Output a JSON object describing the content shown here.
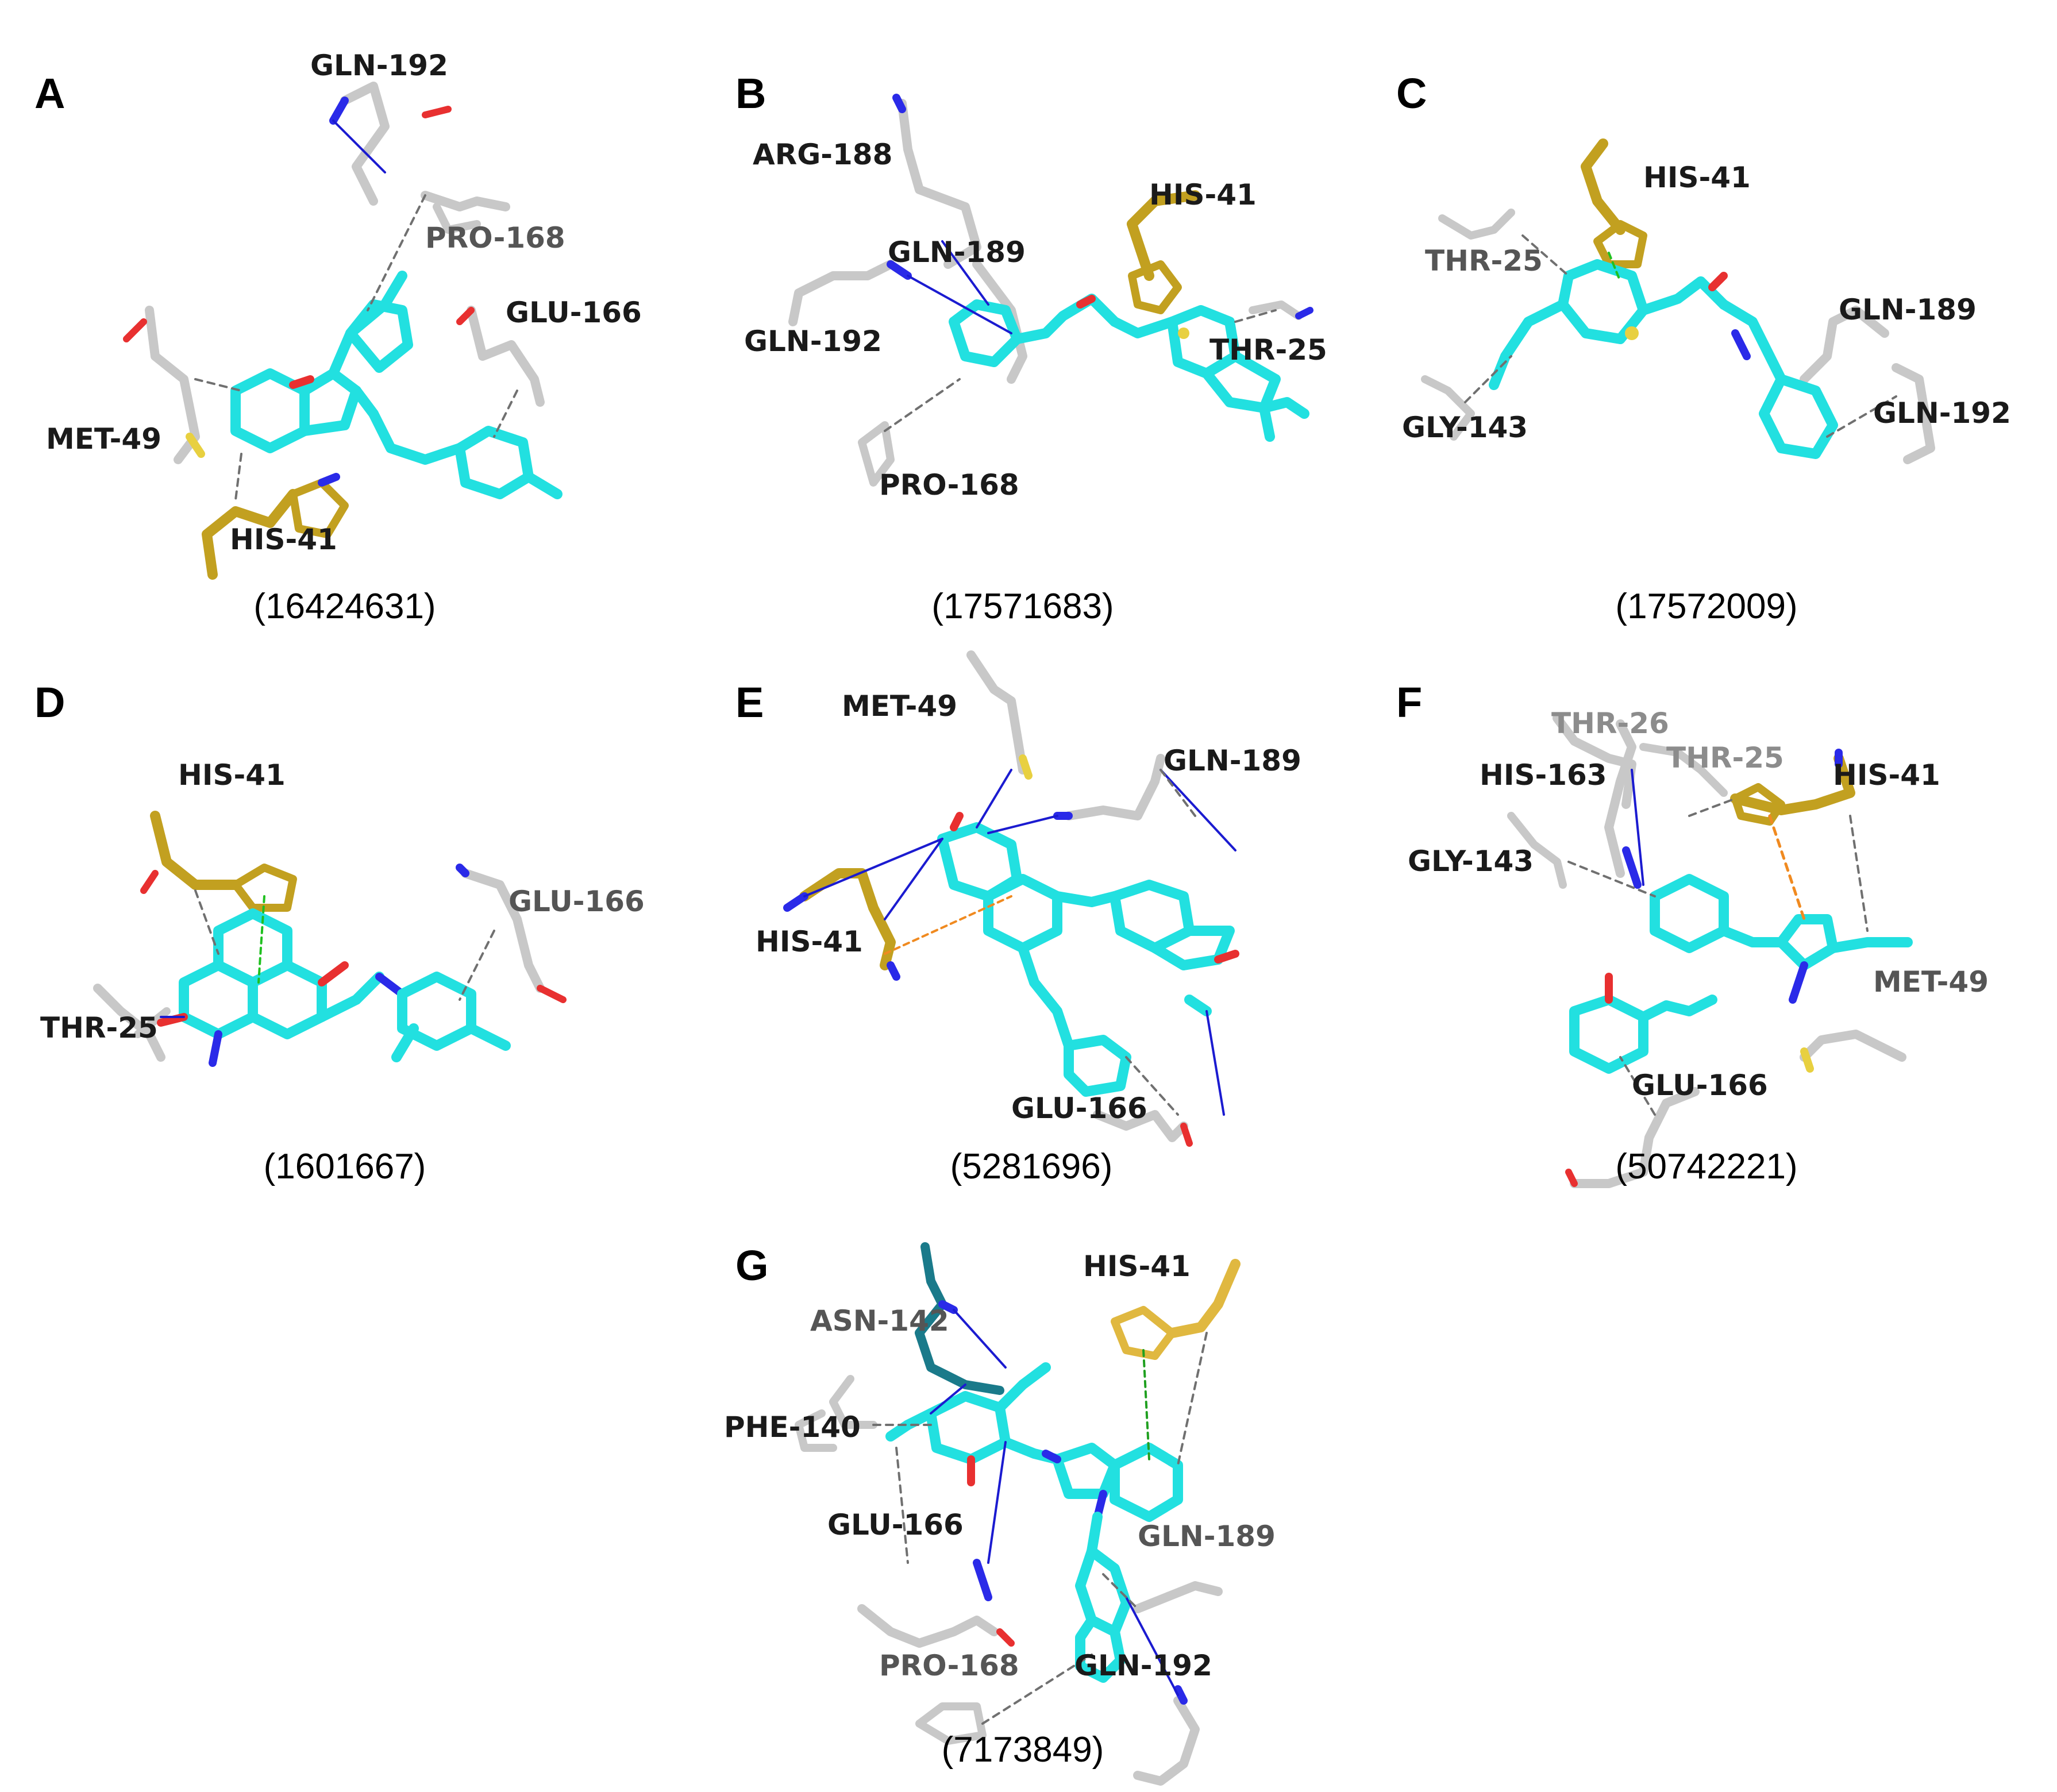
{
  "colors": {
    "ligand": "#22e0e0",
    "ligand_dark": "#0fb8c0",
    "residue": "#c8c8c8",
    "histidine": "#c2a020",
    "nitrogen": "#2a2ae8",
    "oxygen": "#e83030",
    "hbond": "#1b1bd0",
    "hydrophobic": "#707070",
    "pi_stack": "#20c020",
    "pi_cation": "#f08a20",
    "sulfur": "#e8d040"
  },
  "panels": [
    {
      "letter": "A",
      "caption": "(16424631)",
      "residues": [
        "GLN-192",
        "PRO-168",
        "GLU-166",
        "MET-49",
        "HIS-41"
      ]
    },
    {
      "letter": "B",
      "caption": "(17571683)",
      "residues": [
        "ARG-188",
        "HIS-41",
        "GLN-189",
        "GLN-192",
        "THR-25",
        "PRO-168"
      ]
    },
    {
      "letter": "C",
      "caption": "(17572009)",
      "residues": [
        "HIS-41",
        "THR-25",
        "GLN-189",
        "GLY-143",
        "GLN-192"
      ]
    },
    {
      "letter": "D",
      "caption": "(1601667)",
      "residues": [
        "HIS-41",
        "GLU-166",
        "THR-25"
      ]
    },
    {
      "letter": "E",
      "caption": "(5281696)",
      "residues": [
        "MET-49",
        "GLN-189",
        "HIS-41",
        "GLU-166"
      ]
    },
    {
      "letter": "F",
      "caption": "(50742221)",
      "residues": [
        "THR-26",
        "THR-25",
        "HIS-163",
        "HIS-41",
        "GLY-143",
        "MET-49",
        "GLU-166"
      ]
    },
    {
      "letter": "G",
      "caption": "(7173849)",
      "residues": [
        "HIS-41",
        "ASN-142",
        "PHE-140",
        "GLU-166",
        "GLN-189",
        "PRO-168",
        "GLN-192"
      ]
    }
  ]
}
